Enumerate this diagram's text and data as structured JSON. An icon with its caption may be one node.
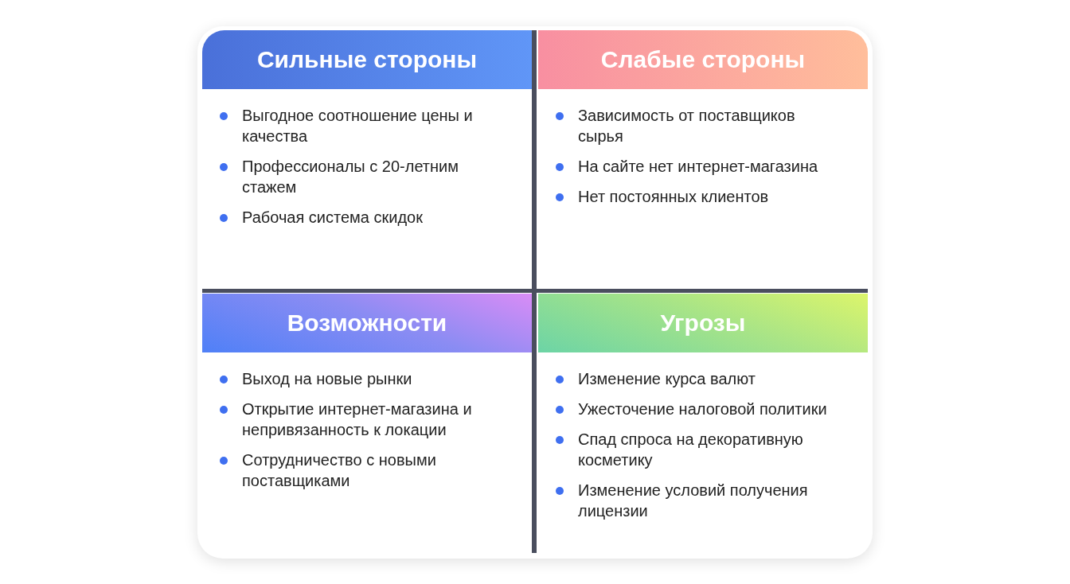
{
  "diagram": {
    "nodes": [
      {
        "text": [
          "Сильные стороны",
          "Выгодное соотношение цены и качества",
          "Профессионалы с 20-летним стажем",
          "Рабочая система скидок"
        ]
      },
      {
        "text": [
          "Слабые стороны",
          "Зависимость от поставщиков сырья",
          "На сайте нет интернет-магазина",
          "Нет постоянных клиентов"
        ]
      },
      {
        "text": [
          "Возможности",
          "Выход на новые рынки",
          "Открытие интернет-магазина и непривязанность к локации",
          "Сотрудничество с новыми поставщиками"
        ]
      },
      {
        "text": [
          "Угрозы",
          "Изменение курса валют",
          "Ужесточение налоговой политики",
          "Спад спроса на декоративную косметику",
          "Изменение условий получения лицензии"
        ]
      }
    ]
  }
}
